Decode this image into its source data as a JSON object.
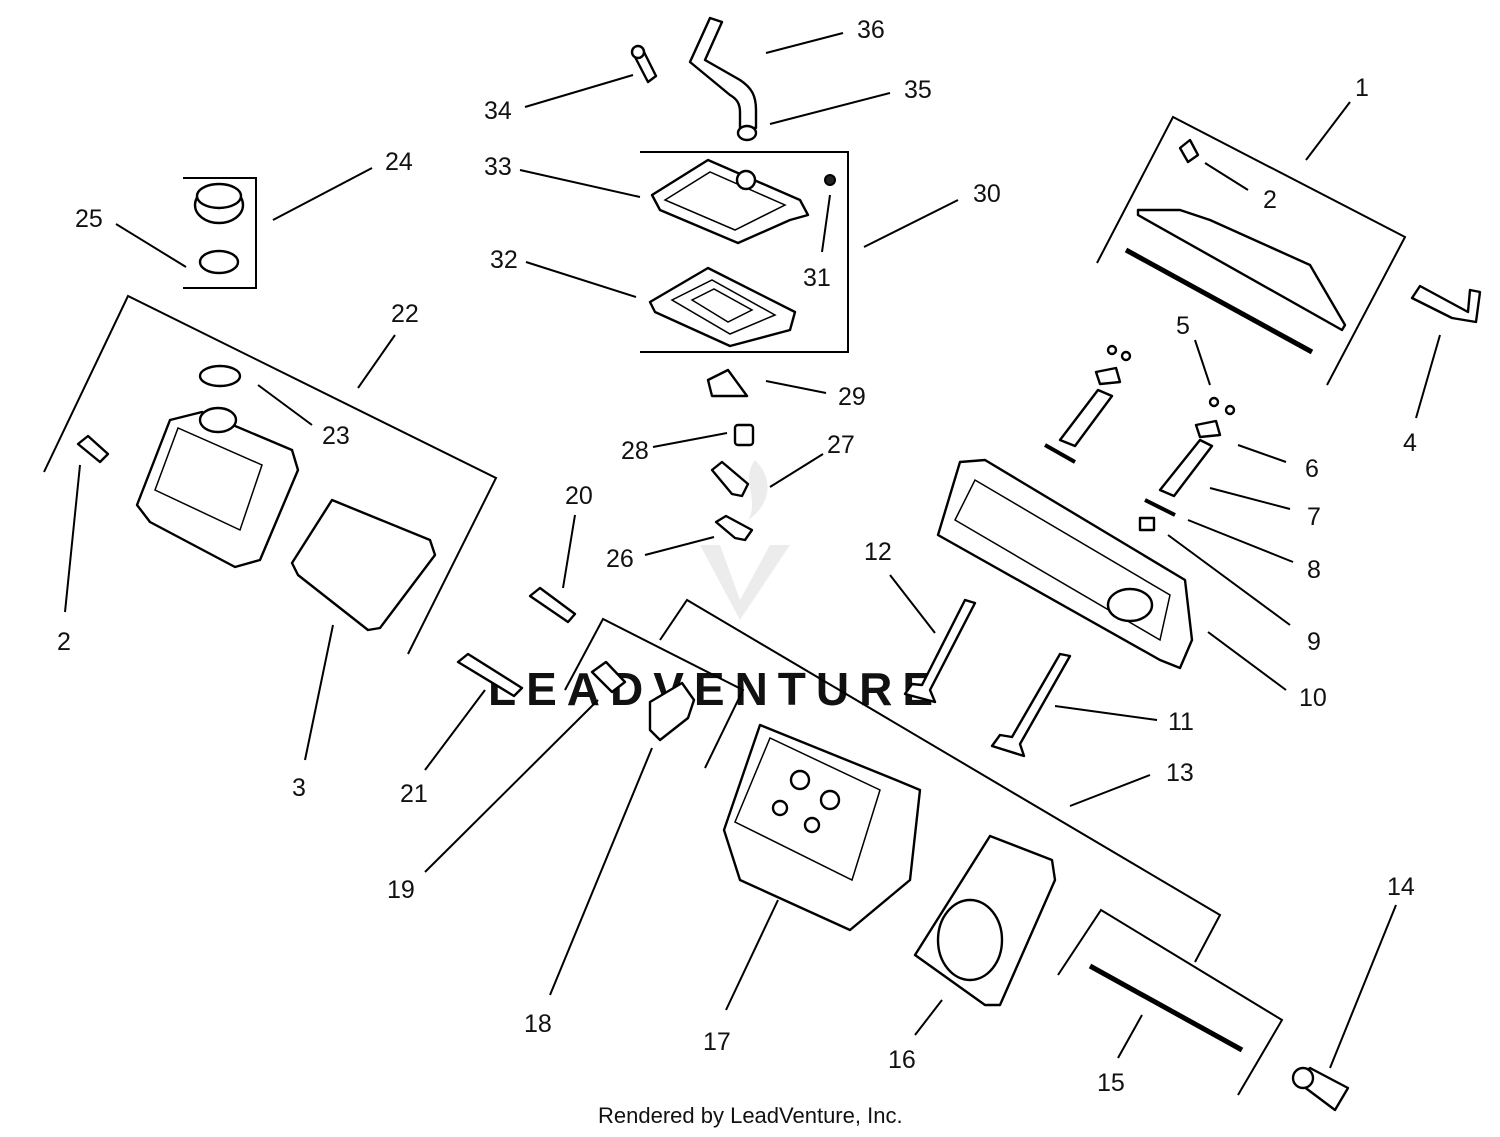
{
  "callouts": [
    "1",
    "2",
    "3",
    "4",
    "5",
    "6",
    "7",
    "8",
    "9",
    "10",
    "11",
    "12",
    "13",
    "14",
    "15",
    "16",
    "17",
    "18",
    "19",
    "20",
    "21",
    "22",
    "23",
    "24",
    "25",
    "26",
    "27",
    "28",
    "29",
    "30",
    "31",
    "32",
    "33",
    "34",
    "35",
    "36"
  ],
  "callout_2_second": "2",
  "watermark": "LEADVENTURE",
  "footer": "Rendered by LeadVenture, Inc."
}
